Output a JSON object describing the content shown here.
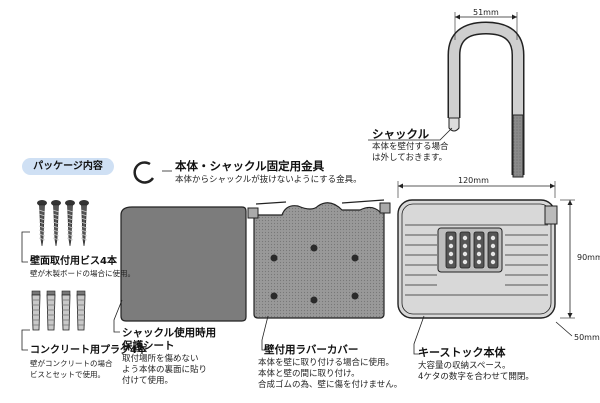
{
  "package_label": "パッケージ内容",
  "dims": {
    "shackle_width": "51mm",
    "body_width": "120mm",
    "body_height": "90mm",
    "body_depth": "50mm"
  },
  "items": {
    "shackle": {
      "title": "シャックル",
      "desc": [
        "本体を壁付する場合",
        "は外しておきます。"
      ]
    },
    "retaining_clip": {
      "title": "本体・シャックル固定用金具",
      "desc": [
        "本体からシャックルが抜けないようにする金具。"
      ]
    },
    "wall_screws": {
      "title": "壁面取付用ビス4本",
      "desc": [
        "壁が木製ボードの場合に使用。"
      ]
    },
    "concrete_plugs": {
      "title": "コンクリート用プラグ4本",
      "desc": [
        "壁がコンクリートの場合",
        "ビスとセットで使用。"
      ]
    },
    "protective_sheet": {
      "title": "シャックル使用時用",
      "title2": "保護シート",
      "desc": [
        "取付場所を傷めない",
        "よう本体の裏面に貼り",
        "付けて使用。"
      ]
    },
    "rubber_cover": {
      "title": "壁付用ラバーカバー",
      "desc": [
        "本体を壁に取り付ける場合に使用。",
        "本体と壁の間に取り付け。",
        "合成ゴムの為、壁に傷を付けません。"
      ]
    },
    "key_stock": {
      "title": "キーストック本体",
      "desc": [
        "大容量の収納スペース。",
        "4ケタの数字を合わせて開閉。"
      ]
    }
  },
  "colors": {
    "tag_bg": "#cfe0f4",
    "line": "#222222",
    "panel": "#7b7b7b"
  }
}
